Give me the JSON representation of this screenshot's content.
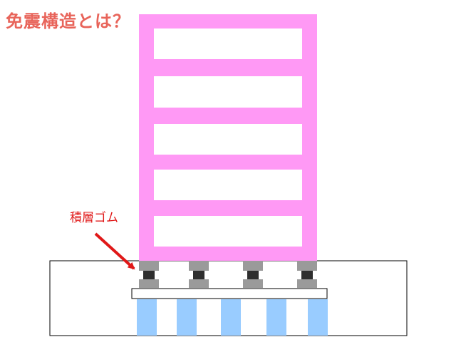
{
  "title": "免震構造とは？",
  "bearing_label": "積層ゴム",
  "colors": {
    "title": "#e8645a",
    "building": "#ff99f5",
    "window": "#ffffff",
    "bearing_plate": "#9a9a9a",
    "bearing_core": "#2e2e2e",
    "pile": "#99ccff",
    "arrow": "#e01818",
    "outline": "#000000"
  },
  "building": {
    "floors": 5
  },
  "bearings": {
    "count": 4
  },
  "piles": {
    "count": 5
  }
}
